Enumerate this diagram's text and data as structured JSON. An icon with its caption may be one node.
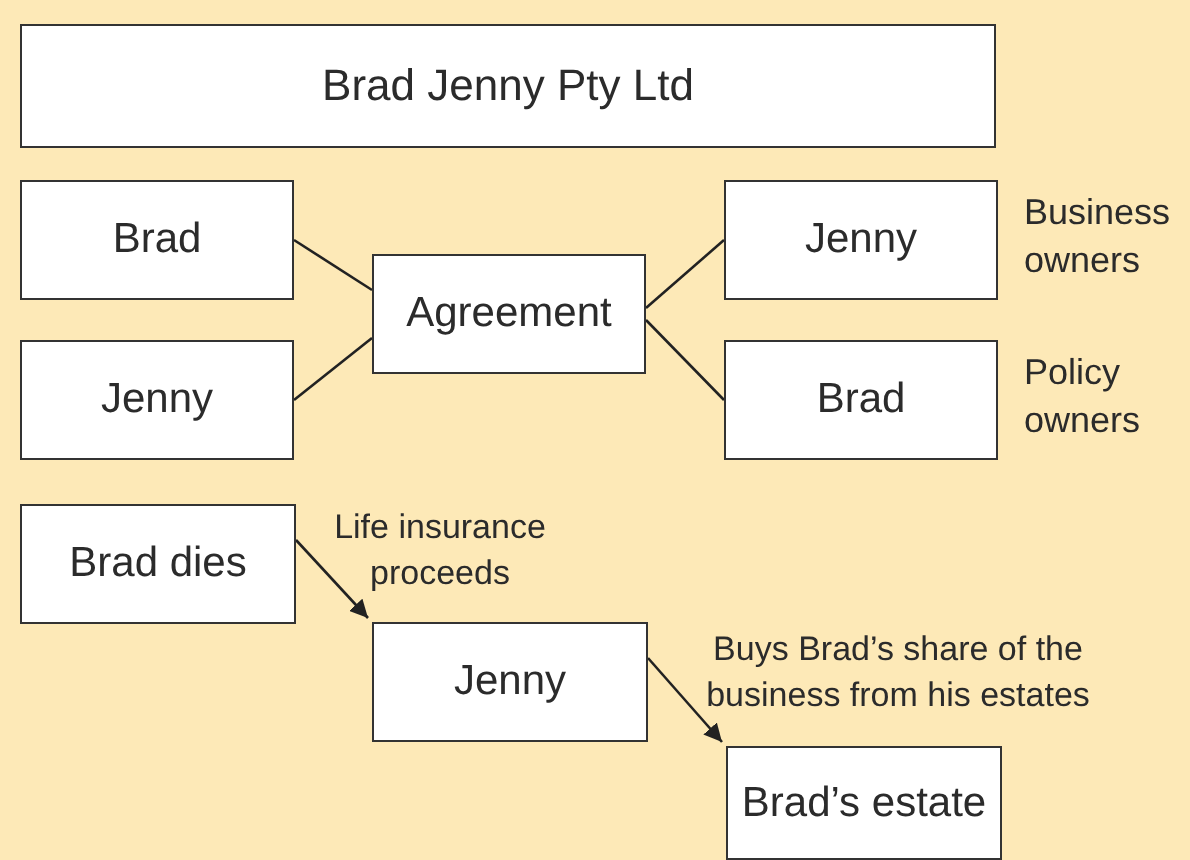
{
  "diagram": {
    "nodes": [
      {
        "text": [
          "Brad Jenny Pty Ltd"
        ]
      },
      {
        "text": [
          "Brad"
        ]
      },
      {
        "text": [
          "Jenny"
        ]
      },
      {
        "text": [
          "Agreement"
        ]
      },
      {
        "text": [
          "Jenny"
        ],
        "beside": [
          "Business owners"
        ]
      },
      {
        "text": [
          "Brad"
        ],
        "beside": [
          "Policy owners"
        ]
      },
      {
        "text": [
          "Brad dies"
        ]
      },
      {
        "text": [
          "Jenny"
        ]
      },
      {
        "text": [
          "Brad’s estate"
        ]
      }
    ],
    "edges": [
      {
        "from": 1,
        "to": 3,
        "arrow": "none"
      },
      {
        "from": 2,
        "to": 3,
        "arrow": "none"
      },
      {
        "from": 3,
        "to": 4,
        "arrow": "none"
      },
      {
        "from": 3,
        "to": 5,
        "arrow": "none"
      },
      {
        "from": 6,
        "to": 7,
        "arrow": "to",
        "label": "Life insurance proceeds"
      },
      {
        "from": 7,
        "to": 8,
        "arrow": "to",
        "label": "Buys Brad’s share of the business from his estates"
      }
    ]
  }
}
